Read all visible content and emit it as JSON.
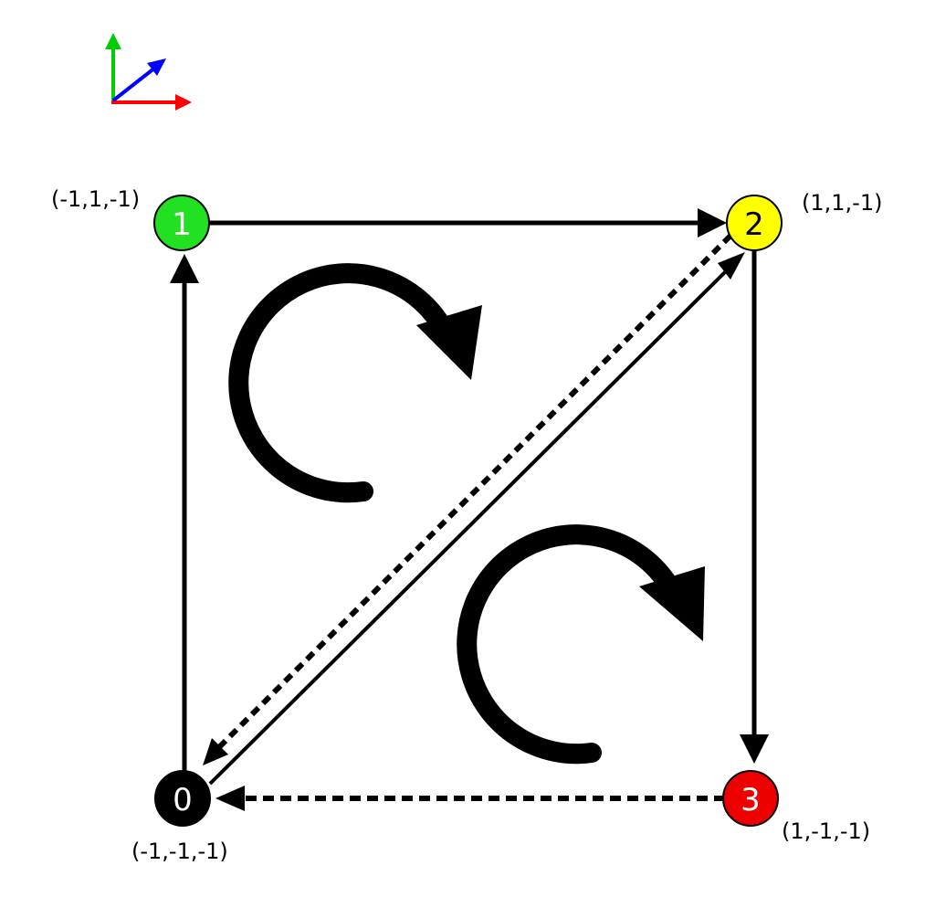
{
  "axes_gizmo": {
    "x_color": "#ff0000",
    "y_color": "#00cc00",
    "z_color": "#0000ff"
  },
  "vertices": [
    {
      "id": "0",
      "label": "0",
      "coord": "(-1,-1,-1)",
      "color": "#000000"
    },
    {
      "id": "1",
      "label": "1",
      "coord": "(-1,1,-1)",
      "color": "#22e022"
    },
    {
      "id": "2",
      "label": "2",
      "coord": "(1,1,-1)",
      "color": "#ffff00"
    },
    {
      "id": "3",
      "label": "3",
      "coord": "(1,-1,-1)",
      "color": "#ee0000"
    }
  ],
  "edges": [
    {
      "from": "0",
      "to": "1",
      "style": "solid"
    },
    {
      "from": "1",
      "to": "2",
      "style": "solid"
    },
    {
      "from": "0",
      "to": "2",
      "style": "solid"
    },
    {
      "from": "2",
      "to": "0",
      "style": "dashed"
    },
    {
      "from": "2",
      "to": "3",
      "style": "solid"
    },
    {
      "from": "3",
      "to": "0",
      "style": "dashed"
    }
  ],
  "winding": [
    {
      "triangle": [
        "0",
        "1",
        "2"
      ],
      "direction": "clockwise"
    },
    {
      "triangle": [
        "0",
        "2",
        "3"
      ],
      "direction": "clockwise"
    }
  ]
}
